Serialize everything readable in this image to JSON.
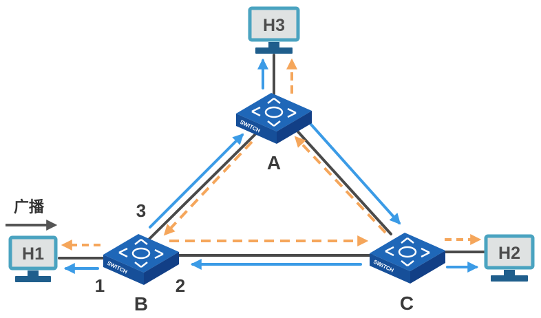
{
  "hosts": {
    "h1": "H1",
    "h2": "H2",
    "h3": "H3"
  },
  "switches": {
    "a": "A",
    "b": "B",
    "c": "C",
    "device_text": "SWITCH"
  },
  "ports": {
    "p1": "1",
    "p2": "2",
    "p3": "3"
  },
  "broadcast_label": "广播",
  "colors": {
    "link": "#4a4a4a",
    "blue_flow": "#3b9be6",
    "orange_flow": "#f5a65b",
    "switch_top": "#1f67b8",
    "switch_side": "#123f86",
    "host_border": "#4aa3c0",
    "host_screen": "#dfe2e2",
    "host_base": "#1f5e8c"
  }
}
